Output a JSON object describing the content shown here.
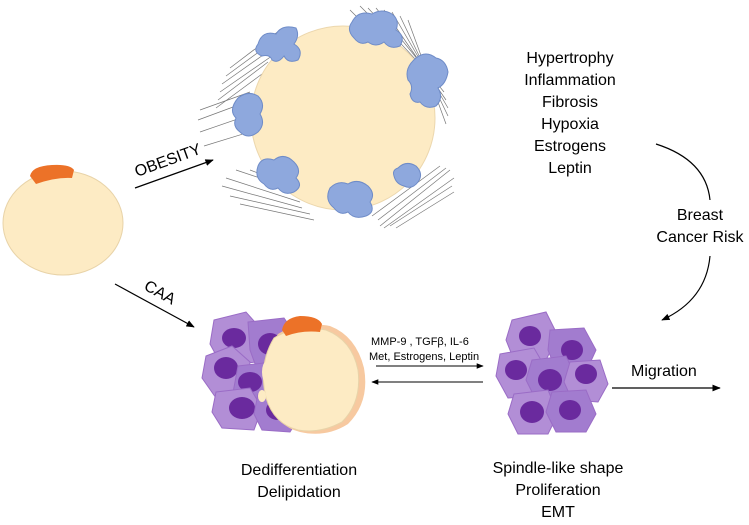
{
  "labels": {
    "obesity": "OBESITY",
    "caa": "CAA",
    "factors": [
      "Hypertrophy",
      "Inflammation",
      "Fibrosis",
      "Hypoxia",
      "Estrogens",
      "Leptin"
    ],
    "risk_line1": "Breast",
    "risk_line2": "Cancer Risk",
    "secreted_line1_a": "MMP-9 , TGF",
    "secreted_line1_beta": "β",
    "secreted_line1_b": ", IL-6",
    "secreted_line2": "Met, Estrogens, Leptin",
    "migration": "Migration",
    "caa_features": [
      "Dedifferentiation",
      "Delipidation"
    ],
    "tumor_features": [
      "Spindle-like shape",
      "Proliferation",
      "EMT"
    ]
  },
  "colors": {
    "adipocyte_fill": "#fdebc4",
    "nucleus_orange": "#ec7228",
    "macrophage_blue": "#8ea8dd",
    "cancer_cell_light": "#b28ed6",
    "cancer_cell_mid": "#9a6cc6",
    "cancer_nucleus": "#6a2a9e",
    "fiber_gray": "#777777"
  },
  "icons": {
    "arrow": "arrow-right",
    "curve_arrow": "curved-arrow"
  }
}
